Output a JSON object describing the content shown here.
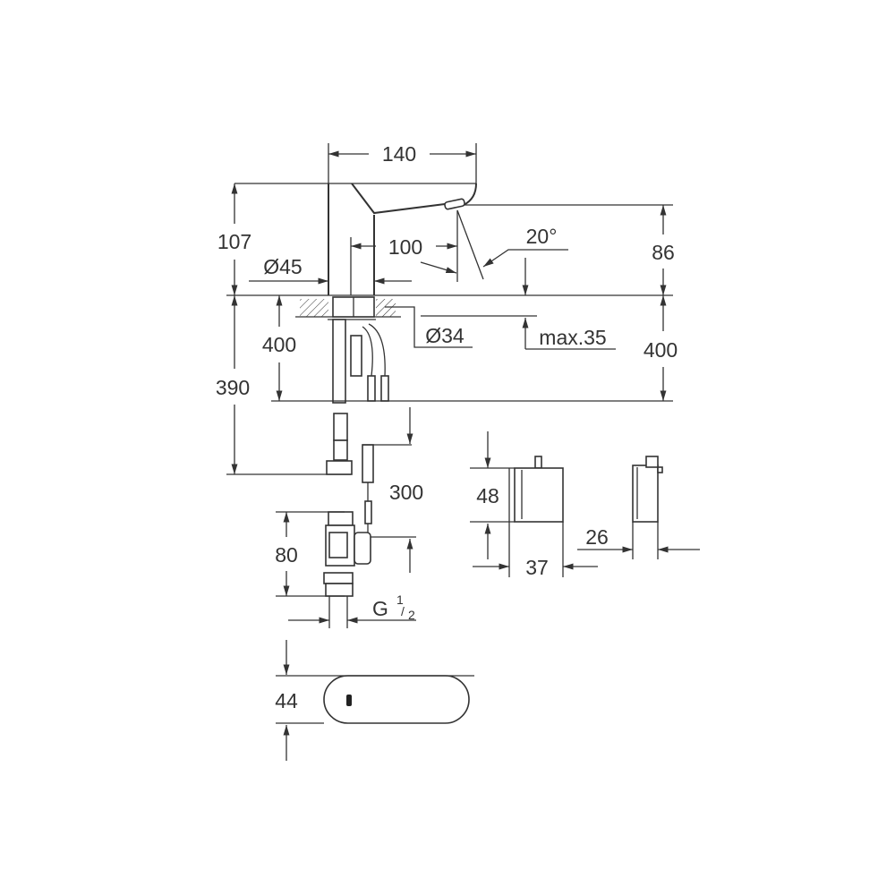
{
  "drawing": {
    "line_color": "#333333",
    "dimensions": {
      "width_total": "140",
      "height_above_deck": "107",
      "spout_reach": "100",
      "spray_angle": "20°",
      "spout_height": "86",
      "base_diameter": "Ø45",
      "hole_diameter": "Ø34",
      "max_deck_thickness": "max.35",
      "hose_length_left": "400",
      "hose_length_right": "400",
      "total_hose": "390",
      "cable_length": "300",
      "valve_height": "80",
      "thread_main": "G",
      "thread_num": "1",
      "thread_den": "2",
      "sensor_height": "48",
      "sensor_width": "37",
      "sensor_depth": "26",
      "spout_top_width": "44"
    }
  }
}
